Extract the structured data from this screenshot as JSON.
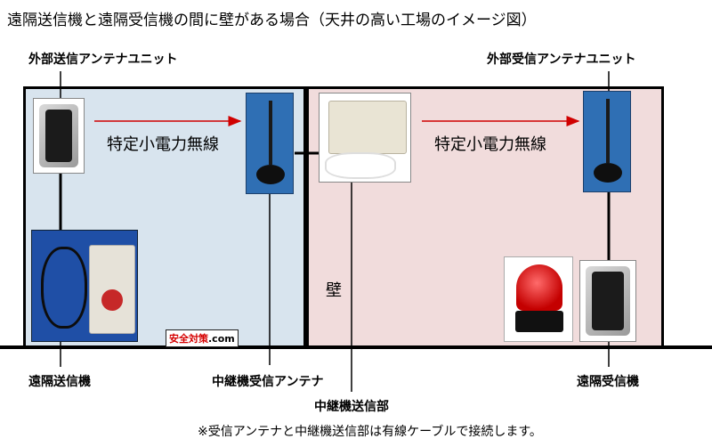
{
  "title": "遠隔送信機と遠隔受信機の間に壁がある場合（天井の高い工場のイメージ図）",
  "labels": {
    "external_tx_antenna": "外部送信アンテナユニット",
    "external_rx_antenna": "外部受信アンテナユニット",
    "wireless_left": "特定小電力無線",
    "wireless_right": "特定小電力無線",
    "wall": "壁",
    "remote_transmitter": "遠隔送信機",
    "relay_rx_antenna": "中継機受信アンテナ",
    "relay_transmitter": "中継機送信部",
    "remote_receiver": "遠隔受信機"
  },
  "note": "※受信アンテナと中継機送信部は有線ケーブルで接続します。",
  "logo": {
    "kanji": "安全対策",
    "suffix": ".com"
  },
  "colors": {
    "left_room": "#d8e4ee",
    "right_room": "#f1dcdc",
    "arrow": "#d00000",
    "antenna_panel": "#2f6fb4"
  }
}
